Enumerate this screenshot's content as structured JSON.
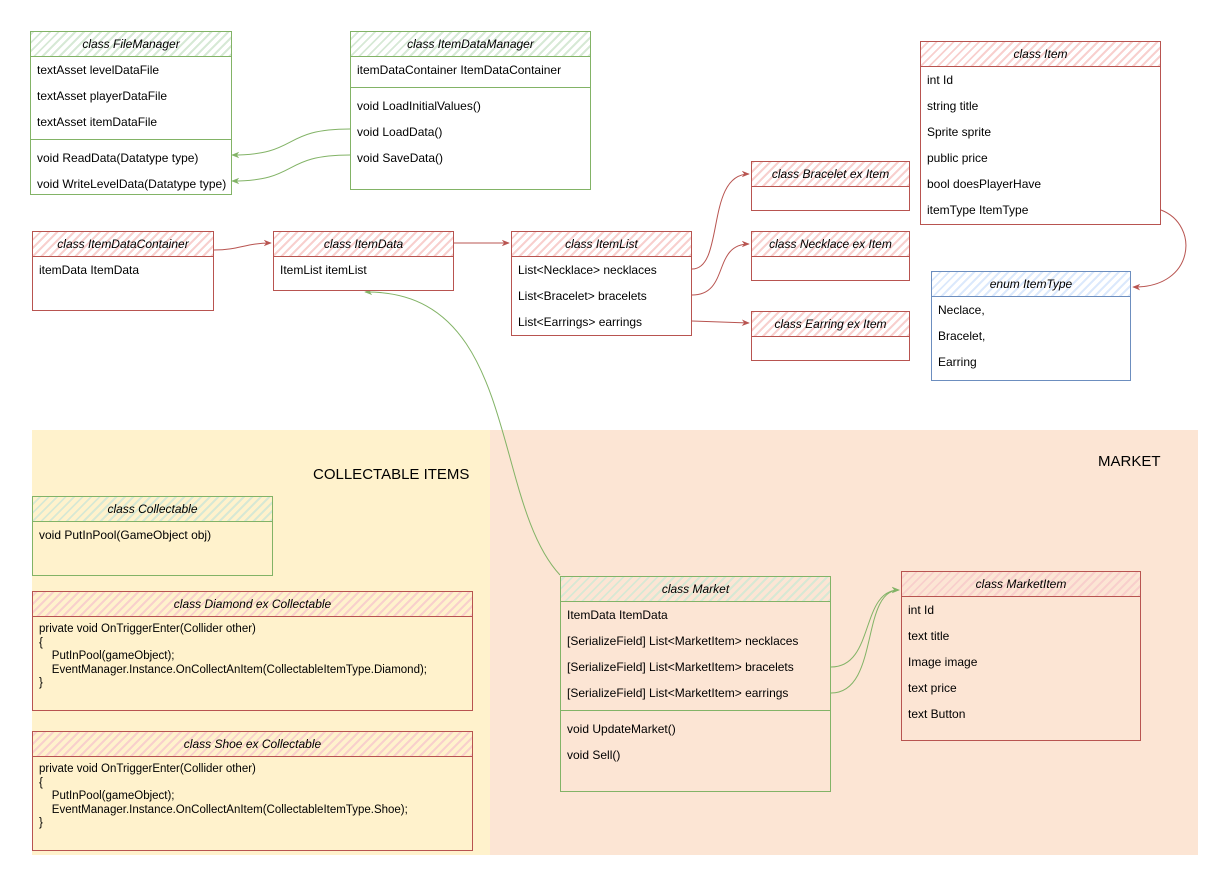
{
  "regions": {
    "collectable_label": "COLLECTABLE ITEMS",
    "market_label": "MARKET",
    "collectable_color": "#fff2cc",
    "market_color": "#fce5d4"
  },
  "colors": {
    "red": "#b85450",
    "green": "#82b366",
    "blue": "#6c8ebf"
  },
  "file_manager": {
    "title": "class FileManager",
    "fields": [
      "textAsset levelDataFile",
      "textAsset playerDataFile",
      "textAsset itemDataFile"
    ],
    "methods": [
      "void ReadData(Datatype type)",
      "void WriteLevelData(Datatype type)"
    ]
  },
  "item_data_manager": {
    "title": "class ItemDataManager",
    "fields": [
      "itemDataContainer ItemDataContainer"
    ],
    "methods": [
      "void LoadInitialValues()",
      "void LoadData()",
      "void SaveData()"
    ]
  },
  "item": {
    "title": "class Item",
    "fields": [
      "int Id",
      "string title",
      "Sprite sprite",
      "public price",
      "bool doesPlayerHave",
      "itemType ItemType"
    ]
  },
  "item_type": {
    "title": "enum ItemType",
    "values": [
      "Neclace,",
      "Bracelet,",
      "Earring"
    ]
  },
  "item_data_container": {
    "title": "class ItemDataContainer",
    "fields": [
      "itemData ItemData"
    ]
  },
  "item_data": {
    "title": "class ItemData",
    "fields": [
      "ItemList itemList"
    ]
  },
  "item_list": {
    "title": "class ItemList",
    "fields": [
      "List<Necklace> necklaces",
      "List<Bracelet> bracelets",
      "List<Earrings> earrings"
    ]
  },
  "bracelet": {
    "title": "class Bracelet ex Item"
  },
  "necklace": {
    "title": "class Necklace ex Item"
  },
  "earring": {
    "title": "class Earring ex Item"
  },
  "collectable": {
    "title": "class Collectable",
    "fields": [
      "void PutInPool(GameObject obj)"
    ]
  },
  "diamond": {
    "title": "class Diamond ex Collectable",
    "code": "private void OnTriggerEnter(Collider other)\n{\n    PutInPool(gameObject);\n    EventManager.Instance.OnCollectAnItem(CollectableItemType.Diamond);\n}"
  },
  "shoe": {
    "title": "class Shoe ex Collectable",
    "code": "private void OnTriggerEnter(Collider other)\n{\n    PutInPool(gameObject);\n    EventManager.Instance.OnCollectAnItem(CollectableItemType.Shoe);\n}"
  },
  "market": {
    "title": "class Market",
    "fields": [
      "ItemData ItemData",
      "[SerializeField] List<MarketItem> necklaces",
      "[SerializeField] List<MarketItem> bracelets",
      "[SerializeField] List<MarketItem> earrings"
    ],
    "methods": [
      "void UpdateMarket()",
      "void Sell()"
    ]
  },
  "market_item": {
    "title": "class MarketItem",
    "fields": [
      "int Id",
      "text title",
      "Image image",
      "text price",
      "text Button"
    ]
  }
}
